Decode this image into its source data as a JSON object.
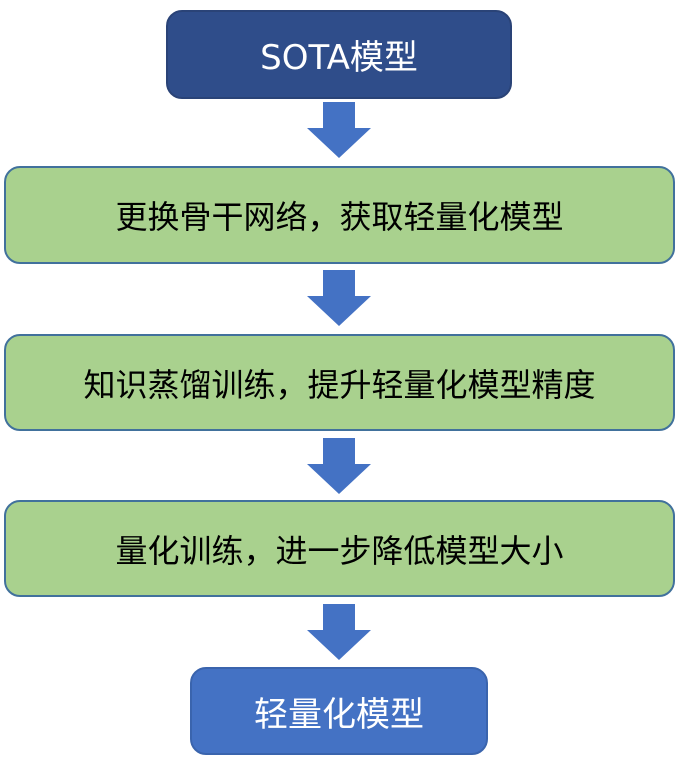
{
  "flowchart": {
    "steps": [
      {
        "label": "SOTA模型"
      },
      {
        "label": "更换骨干网络，获取轻量化模型"
      },
      {
        "label": "知识蒸馏训练，提升轻量化模型精度"
      },
      {
        "label": "量化训练，进一步降低模型大小"
      },
      {
        "label": "轻量化模型"
      }
    ],
    "colors": {
      "start_box": "#2f4d8a",
      "end_box": "#4472c4",
      "step_box": "#a9d18e",
      "step_border": "#41719c",
      "arrow": "#4472c4"
    }
  }
}
